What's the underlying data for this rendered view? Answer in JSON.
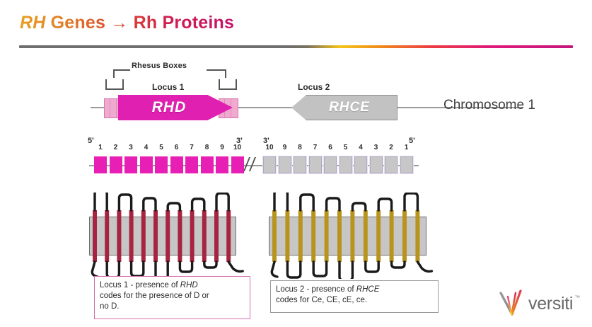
{
  "title": {
    "part_italic": "RH",
    "part_rest": " Genes → Rh Proteins"
  },
  "chromosome_row": {
    "rhesus_boxes_label": "Rhesus Boxes",
    "locus1_label": "Locus 1",
    "locus2_label": "Locus 2",
    "gene1_name": "RHD",
    "gene2_name": "RHCE",
    "chromosome_label": "Chromosome 1"
  },
  "exon_map": {
    "left_prime_start": "5'",
    "left_prime_end": "3'",
    "right_prime_start": "3'",
    "right_prime_end": "5'",
    "rhd_exons": [
      "1",
      "2",
      "3",
      "4",
      "5",
      "6",
      "7",
      "8",
      "9",
      "10"
    ],
    "rhce_exons": [
      "10",
      "9",
      "8",
      "7",
      "6",
      "5",
      "4",
      "3",
      "2",
      "1"
    ]
  },
  "proteins": {
    "left_helix_color": "#a6243f",
    "right_helix_color": "#b8941f",
    "membrane_color": "#c6c6c6"
  },
  "captions": {
    "one": {
      "line1_pre": "Locus 1 - presence of ",
      "line1_ital": "RHD",
      "line2": "codes for the presence of D or",
      "line3": "no D."
    },
    "two": {
      "line1_pre": "Locus 2 - presence of ",
      "line1_ital": "RHCE",
      "line2": "codes for Ce, CE, cE, ce."
    }
  },
  "logo": {
    "word": "versiti",
    "tm": "™"
  },
  "colors": {
    "magenta": "#e020b0",
    "exon_magenta": "#e81fb4",
    "gray_gene": "#c2c2c2",
    "pink_border": "#d46fae",
    "title_gradient_start": "#e8a020",
    "title_gradient_end": "#c4136b"
  }
}
